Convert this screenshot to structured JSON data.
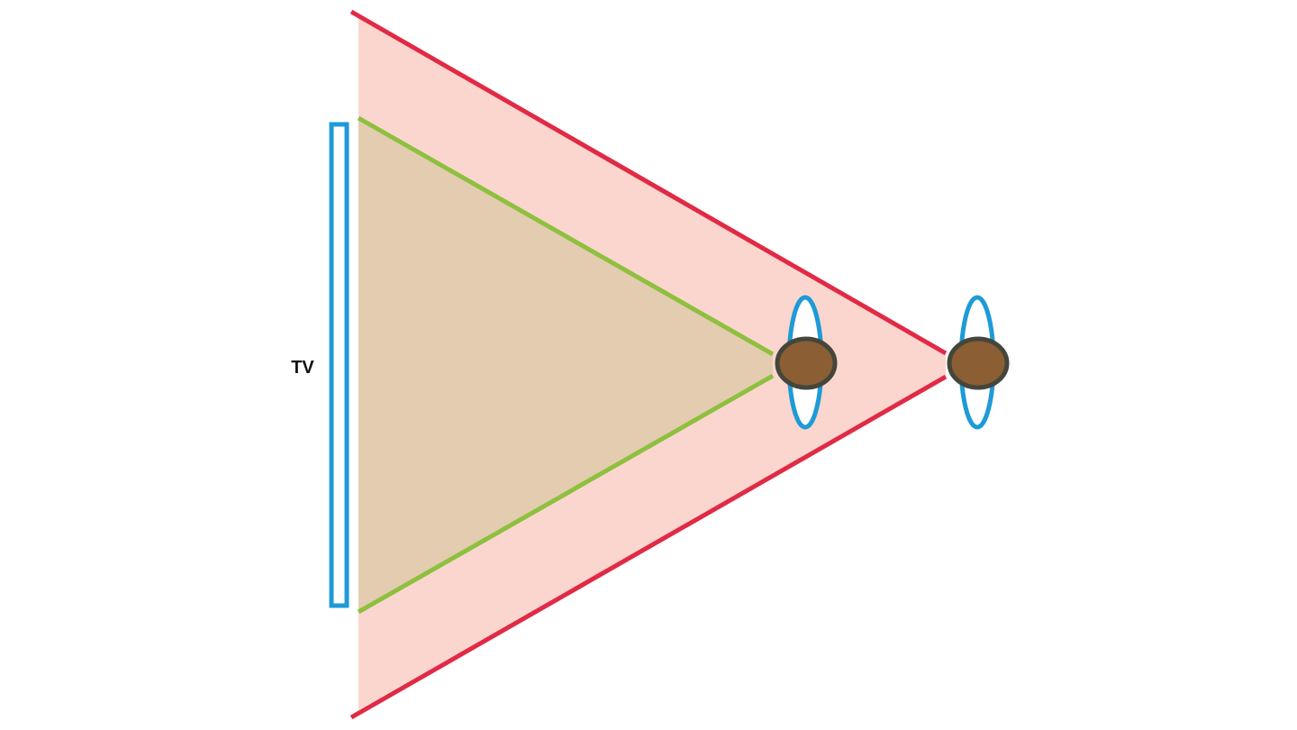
{
  "tv": {
    "label": "TV"
  },
  "colors": {
    "tv_outline": "#1e9bd7",
    "far_view_fill": "#fbd6ce",
    "far_view_line": "#e12a45",
    "near_view_fill": "#e3ccaf",
    "near_view_line": "#8ec03f",
    "viewer_head": "#8b5e34",
    "viewer_head_outline": "#45463b",
    "viewer_ring": "#1e9bd7",
    "label_text": "#111111"
  },
  "viewers": [
    {
      "name": "near-viewer",
      "icon": "viewer-head-icon"
    },
    {
      "name": "far-viewer",
      "icon": "viewer-head-icon"
    }
  ]
}
